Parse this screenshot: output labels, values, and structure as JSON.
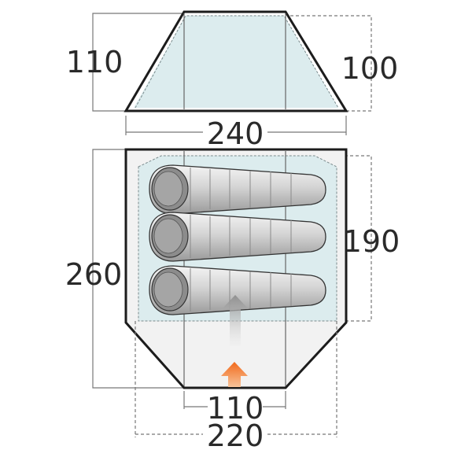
{
  "dimensions": {
    "front_height_outer": "110",
    "front_height_inner": "100",
    "width_outer": "240",
    "length_outer": "260",
    "length_inner": "190",
    "door_width": "110",
    "width_inner": "220"
  },
  "colors": {
    "outline": "#1c1c1c",
    "inner_fill": "#dcecee",
    "floor_fill": "#f2f2f2",
    "dim_line": "#777777",
    "bag_light": "#e6e6e6",
    "bag_dark": "#8c8c8c",
    "entry_arrow": "#f07d2a",
    "gray_arrow": "#9a9a9a"
  },
  "sleeping_bags": 3
}
